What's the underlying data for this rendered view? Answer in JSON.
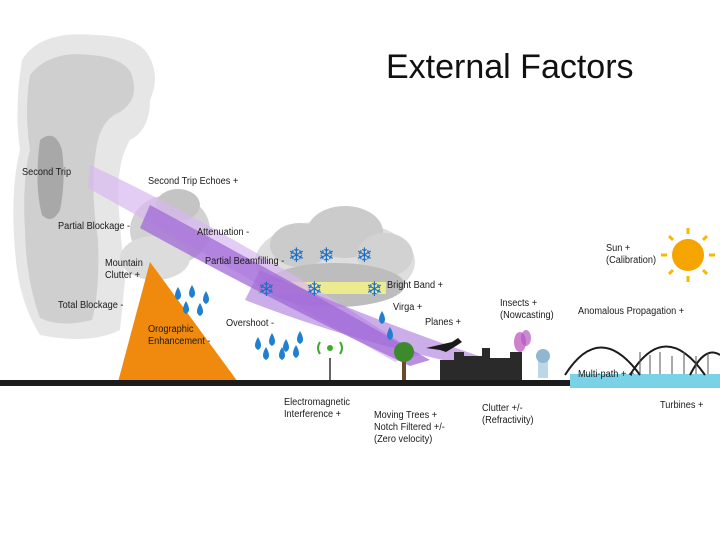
{
  "title": "External Factors",
  "labels": {
    "second_trip": "Second Trip",
    "second_trip_echoes": "Second Trip Echoes +",
    "partial_blockage": "Partial Blockage -",
    "attenuation": "Attenuation -",
    "mountain_clutter": "Mountain\nClutter +",
    "partial_beamfilling": "Partial Beamfilling -",
    "total_blockage": "Total Blockage -",
    "orographic": "Orographic\nEnhancement -",
    "overshoot": "Overshoot -",
    "bright_band": "Bright Band +",
    "virga": "Virga +",
    "planes": "Planes +",
    "insects": "Insects +\n(Nowcasting)",
    "sun": "Sun +\n(Calibration)",
    "anomalous_propagation": "Anomalous Propagation +",
    "multipath": "Multi-path + +",
    "turbines": "Turbines +",
    "electromagnetic": "Electromagnetic\nInterference +",
    "moving_trees": "Moving Trees +\nNotch Filtered +/-\n(Zero velocity)",
    "clutter": "Clutter +/-\n(Refractivity)"
  },
  "colors": {
    "beam": "#a16ad8",
    "beam_light": "#d9b8f0",
    "mountain": "#ef8a0e",
    "cloud_dark": "#8d8d8d",
    "cloud_light": "#d9d9d9",
    "ground": "#1c1c1c",
    "water": "#79d2e6",
    "rain": "#1f7fd1",
    "snow": "#1f6fc4",
    "bright_band": "#f2f08a",
    "sun": "#f6a400"
  }
}
